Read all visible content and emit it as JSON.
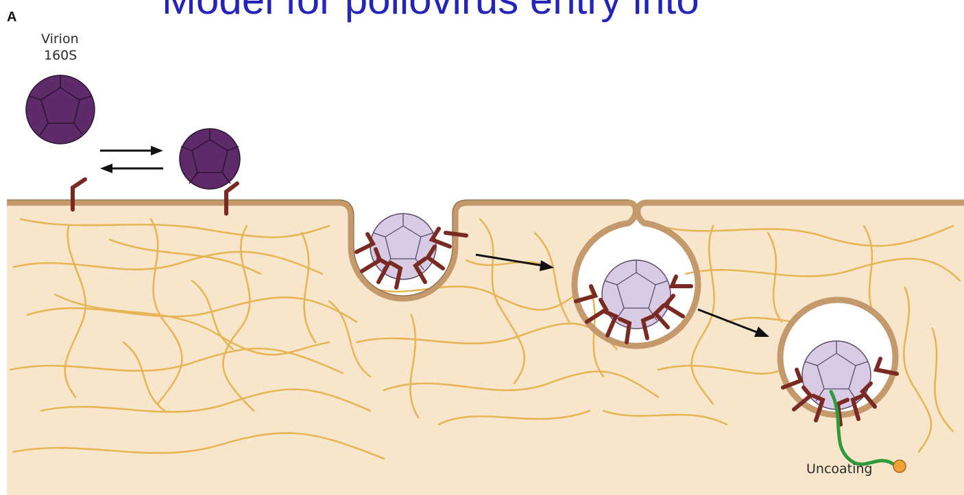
{
  "title": "Model for poliovirus entry into",
  "panel_letter": "A",
  "labels": {
    "virion_line1": "Virion",
    "virion_line2": "160S",
    "uncoating": "Uncoating"
  },
  "colors": {
    "title": "#2424b8",
    "cytoplasm": "#f8e6cc",
    "membrane": "#c49a6c",
    "fiber": "#e7b554",
    "virion": "#5e2a6a",
    "virion_bound": "#d9cbe4",
    "receptor": "#7a2a22",
    "rna": "#2e9a3a",
    "rna_end": "#f0a23a"
  }
}
